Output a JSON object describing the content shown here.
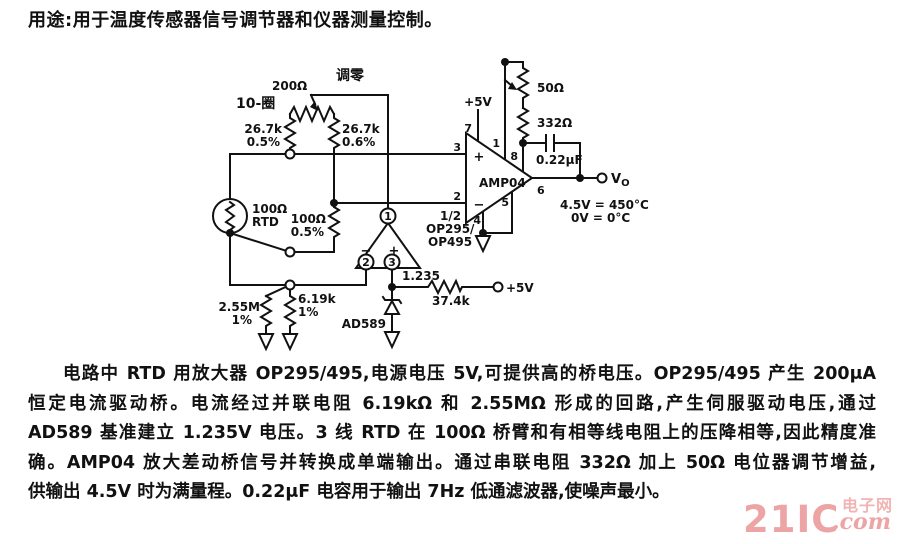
{
  "intro": "用途:用于温度传感器信号调节器和仪器测量控制。",
  "schematic": {
    "zero_adjust": "调零",
    "pot_value": "200Ω",
    "pot_turns": "10-圈",
    "r_bridge_left_value": "26.7k",
    "r_bridge_left_tol": "0.5%",
    "r_bridge_right_value": "26.7k",
    "r_bridge_right_tol": "0.6%",
    "rtd_value": "100Ω",
    "rtd_name": "RTD",
    "r_arm_value": "100Ω",
    "r_arm_tol": "0.5%",
    "r_255_value": "2.55M",
    "r_255_tol": "1%",
    "r_619_value": "6.19k",
    "r_619_tol": "1%",
    "opamp2_half": "1/2",
    "opamp2_name1": "OP295/",
    "opamp2_name2": "OP495",
    "opamp2_pin1": "1",
    "opamp2_pin2": "2",
    "opamp2_pin3": "3",
    "opamp2_minus": "−",
    "opamp2_plus": "+",
    "vref": "1.235",
    "ref_diode": "AD589",
    "r_374": "37.4k",
    "supply_right": "+5V",
    "amp_name": "AMP04",
    "amp_plus": "+",
    "amp_minus": "−",
    "pin1": "1",
    "pin2": "2",
    "pin3": "3",
    "pin4": "4",
    "pin5": "5",
    "pin6": "6",
    "pin7": "7",
    "pin8": "8",
    "supply_top": "+5V",
    "r_gain_pot": "50Ω",
    "r_gain_series": "332Ω",
    "cap_filter": "0.22μF",
    "out_v": "V",
    "out_sub": "O",
    "cal_line1": "4.5V = 450°C",
    "cal_line2": "0V = 0°C"
  },
  "paragraph": {
    "lines": [
      "电路中 RTD 用放大器 OP295/495,电源电压 5V,可提供高的桥电压。OP295/495 产生 200μA",
      "恒定电流驱动桥。电流经过并联电阻 6.19kΩ 和 2.55MΩ 形成的回路,产生伺服驱动电压,通过",
      "AD589 基准建立 1.235V 电压。3 线 RTD 在 100Ω 桥臂和有相等线电阻上的压降相等,因此精度准",
      "确。AMP04 放大差动桥信号并转换成单端输出。通过串联电阻 332Ω 加上 50Ω 电位器调节增益,",
      "供输出 4.5V 时为满量程。0.22μF 电容用于输出 7Hz 低通滤波器,使噪声最小。"
    ]
  },
  "watermark": {
    "brand": "21IC",
    "cn": "电子网",
    "dot_com": ".com"
  }
}
